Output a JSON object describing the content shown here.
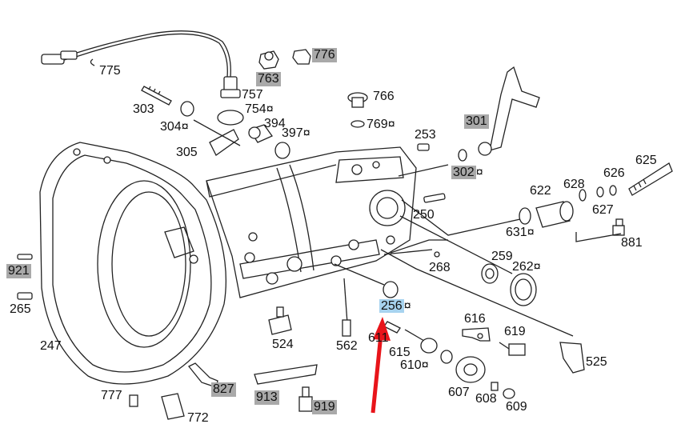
{
  "diagram": {
    "part_labels": [
      {
        "id": "775",
        "text": "775",
        "highlight": false
      },
      {
        "id": "757",
        "text": "757",
        "highlight": false
      },
      {
        "id": "763",
        "text": "763",
        "highlight": true
      },
      {
        "id": "776",
        "text": "776",
        "highlight": true
      },
      {
        "id": "303",
        "text": "303",
        "highlight": false
      },
      {
        "id": "754",
        "text": "754¤",
        "highlight": false
      },
      {
        "id": "394",
        "text": "394",
        "highlight": false
      },
      {
        "id": "304",
        "text": "304¤",
        "highlight": false
      },
      {
        "id": "397",
        "text": "397¤",
        "highlight": false
      },
      {
        "id": "766",
        "text": "766",
        "highlight": false
      },
      {
        "id": "769",
        "text": "769¤",
        "highlight": false
      },
      {
        "id": "305",
        "text": "305",
        "highlight": false
      },
      {
        "id": "253",
        "text": "253",
        "highlight": false
      },
      {
        "id": "301",
        "text": "301",
        "highlight": true
      },
      {
        "id": "302",
        "text": "302",
        "highlight": true,
        "suffix": "¤"
      },
      {
        "id": "625",
        "text": "625",
        "highlight": false
      },
      {
        "id": "628",
        "text": "628",
        "highlight": false
      },
      {
        "id": "626",
        "text": "626",
        "highlight": false
      },
      {
        "id": "622",
        "text": "622",
        "highlight": false
      },
      {
        "id": "627",
        "text": "627",
        "highlight": false
      },
      {
        "id": "250",
        "text": "250",
        "highlight": false
      },
      {
        "id": "631",
        "text": "631¤",
        "highlight": false
      },
      {
        "id": "881",
        "text": "881",
        "highlight": false
      },
      {
        "id": "921",
        "text": "921",
        "highlight": true
      },
      {
        "id": "265",
        "text": "265",
        "highlight": false
      },
      {
        "id": "268",
        "text": "268",
        "highlight": false
      },
      {
        "id": "259",
        "text": "259",
        "highlight": false
      },
      {
        "id": "262",
        "text": "262¤",
        "highlight": false
      },
      {
        "id": "256",
        "text": "256",
        "highlight": "selected",
        "suffix": "¤"
      },
      {
        "id": "616",
        "text": "616",
        "highlight": false
      },
      {
        "id": "619",
        "text": "619",
        "highlight": false
      },
      {
        "id": "524",
        "text": "524",
        "highlight": false
      },
      {
        "id": "562",
        "text": "562",
        "highlight": false
      },
      {
        "id": "611",
        "text": "611",
        "highlight": false
      },
      {
        "id": "615",
        "text": "615",
        "highlight": false
      },
      {
        "id": "610",
        "text": "610¤",
        "highlight": false
      },
      {
        "id": "525",
        "text": "525",
        "highlight": false
      },
      {
        "id": "247",
        "text": "247",
        "highlight": false
      },
      {
        "id": "827",
        "text": "827",
        "highlight": true
      },
      {
        "id": "607",
        "text": "607",
        "highlight": false
      },
      {
        "id": "608",
        "text": "608",
        "highlight": false
      },
      {
        "id": "777",
        "text": "777",
        "highlight": false
      },
      {
        "id": "913",
        "text": "913",
        "highlight": true
      },
      {
        "id": "919",
        "text": "919",
        "highlight": true
      },
      {
        "id": "772",
        "text": "772",
        "highlight": false
      },
      {
        "id": "609",
        "text": "609",
        "highlight": false
      }
    ],
    "colors": {
      "highlight": "#a9a9a9",
      "selected": "#a7d3ef",
      "pointer_arrow": "#e8141a",
      "line": "#222222"
    },
    "pointer": {
      "target": "256",
      "icon": "red-arrow-icon"
    }
  }
}
